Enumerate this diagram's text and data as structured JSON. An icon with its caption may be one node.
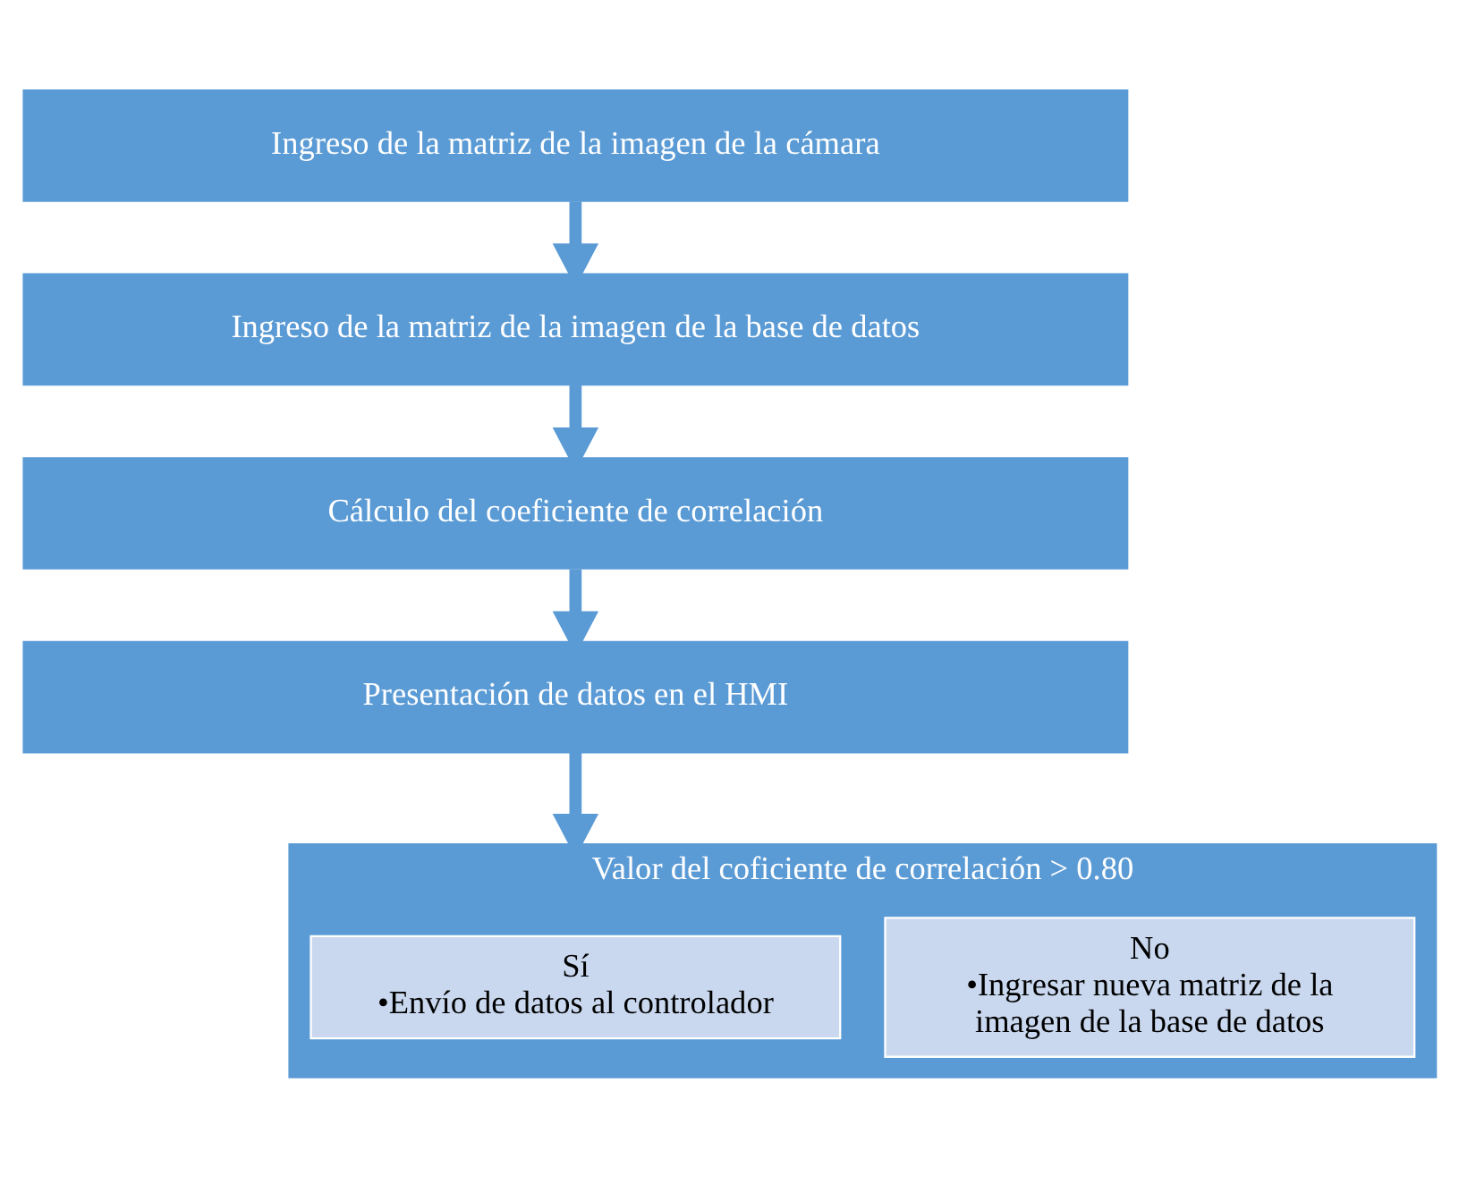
{
  "diagram": {
    "nodes": [
      {
        "text": [
          "Ingreso de la matriz de la imagen de la cámara"
        ]
      },
      {
        "text": [
          "Ingreso de la matriz de la imagen de la base de datos"
        ]
      },
      {
        "text": [
          "Cálculo del coeficiente de correlación"
        ]
      },
      {
        "text": [
          "Presentación de datos en el HMI"
        ]
      },
      {
        "text": [
          "Valor del coficiente de correlación > 0.80"
        ]
      },
      {
        "text": [
          "Sí",
          "•Envío de datos al controlador"
        ],
        "in": 4
      },
      {
        "text": [
          "No",
          "•Ingresar nueva matriz de la imagen de la base de datos"
        ],
        "in": 4
      }
    ],
    "edges": [
      {
        "from": 0,
        "to": 1,
        "arrow": "to"
      },
      {
        "from": 1,
        "to": 2,
        "arrow": "to"
      },
      {
        "from": 2,
        "to": 3,
        "arrow": "to"
      },
      {
        "from": 3,
        "to": 4,
        "arrow": "to"
      }
    ]
  }
}
